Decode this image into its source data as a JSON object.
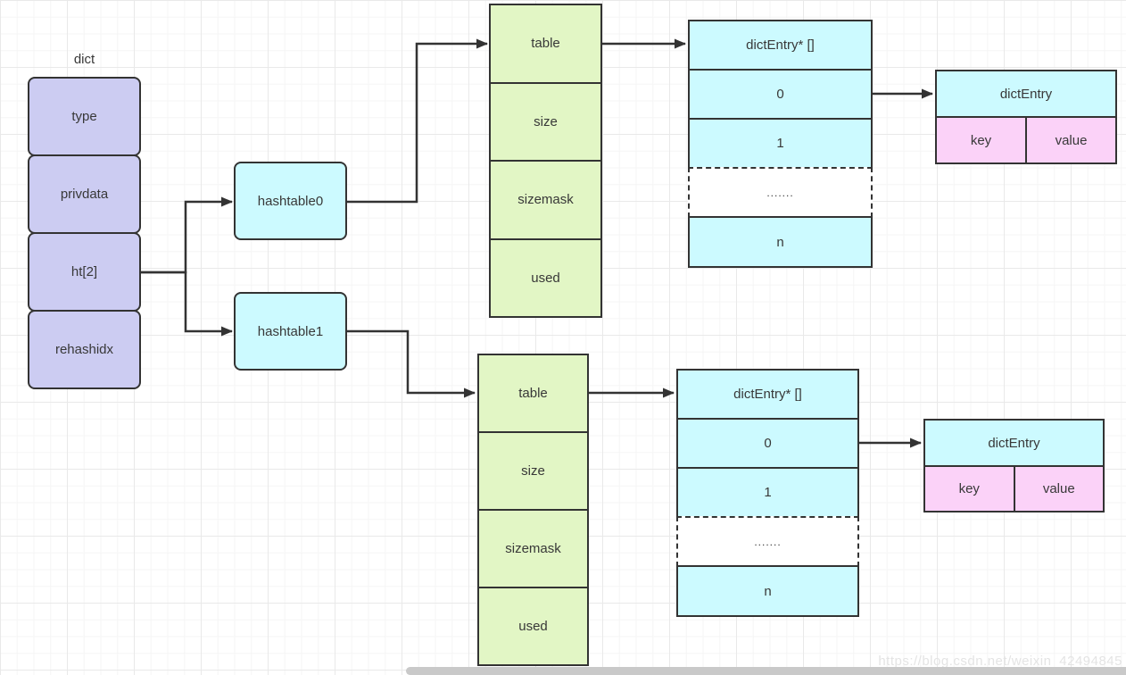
{
  "diagram": {
    "dict": {
      "title": "dict",
      "fields": [
        "type",
        "privdata",
        "ht[2]",
        "rehashidx"
      ]
    },
    "hashtables": [
      "hashtable0",
      "hashtable1"
    ],
    "hashtable_struct_fields": [
      "table",
      "size",
      "sizemask",
      "used"
    ],
    "bucket": {
      "header": "dictEntry* []",
      "slots": [
        "0",
        "1",
        ".......",
        "n"
      ]
    },
    "entry": {
      "header": "dictEntry",
      "key": "key",
      "value": "value"
    }
  },
  "watermark": "https://blog.csdn.net/weixin_42494845",
  "colors": {
    "purple": "#ccccf2",
    "cyan": "#ccfaff",
    "green": "#e2f6c5",
    "pink": "#fbd2f8",
    "border": "#333333",
    "scrollbar": "#c9c9c9",
    "watermark_text": "#e4e4e4"
  }
}
